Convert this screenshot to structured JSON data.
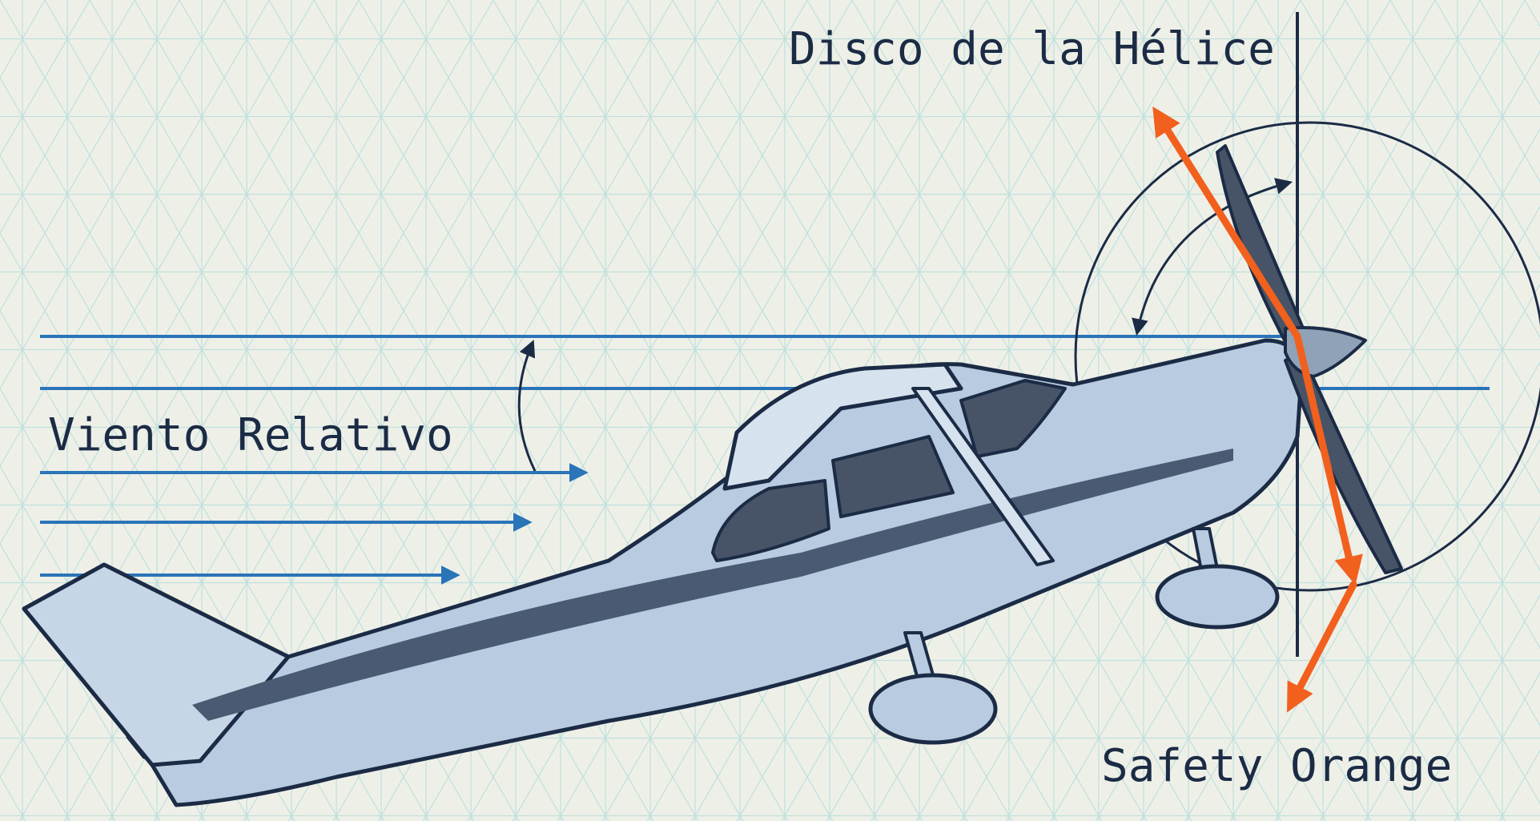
{
  "labels": {
    "propeller_disc": "Disco de la Hélice",
    "relative_wind": "Viento Relativo",
    "color_note": "Safety Orange"
  },
  "colors": {
    "background": "#eef0e8",
    "grid": "#bfe0dc",
    "navy": "#1c2b45",
    "wind_blue": "#2a74b8",
    "safety_orange": "#f2601e",
    "fuselage": "#b8cbe0",
    "fuselage_light": "#d6e2ee",
    "stripe": "#4a5a72",
    "window": "#475467"
  },
  "icons": {
    "wind_arrows": "arrow-right-icon",
    "thrust_vectors": "arrow-icon",
    "rotation_arcs": "curved-arrow-icon"
  }
}
